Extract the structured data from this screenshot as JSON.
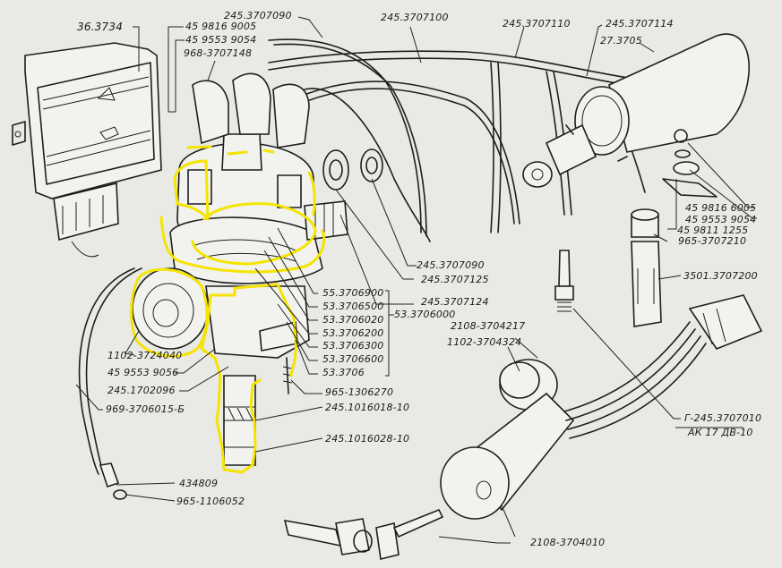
{
  "diagram": {
    "title": "Ignition system exploded view",
    "highlight_color": "#f5e400",
    "line_color": "#1e1e1e",
    "background_color": "#e9e9e6",
    "components": [
      {
        "id": "control-unit",
        "name": "Electronic switch (commutator)"
      },
      {
        "id": "distributor",
        "name": "Ignition distributor",
        "highlighted": true
      },
      {
        "id": "ignition-coil",
        "name": "Ignition coil"
      },
      {
        "id": "spark-plug",
        "name": "Spark plug"
      },
      {
        "id": "plug-cap",
        "name": "Spark plug cap"
      },
      {
        "id": "ignition-switch",
        "name": "Ignition switch with wiring"
      },
      {
        "id": "keys",
        "name": "Keys"
      },
      {
        "id": "hv-wires",
        "name": "High-voltage wires"
      }
    ],
    "labels": {
      "l36_3734": "36.3734",
      "l45_9816_9005": "45 9816 9005",
      "l45_9553_9054_top": "45 9553 9054",
      "l968_3707148": "968-3707148",
      "l245_3707090_top": "245.3707090",
      "l245_3707100": "245.3707100",
      "l245_3707110": "245.3707110",
      "l245_3707114": "245.3707114",
      "l27_3705": "27.3705",
      "l45_9816_6005": "45 9816 6005",
      "l45_9553_9054_right": "45 9553 9054",
      "l45_9811_1255": "45 9811 1255",
      "l965_3707210": "965-3707210",
      "l3501_3707200": "3501.3707200",
      "l245_3707090_mid": "245.3707090",
      "l245_3707125": "245.3707125",
      "l245_3707124": "245.3707124",
      "l55_3706900": "55.3706900",
      "l53_3706500": "53.3706500",
      "l53_3706020": "53.3706020",
      "l53_3706200": "53.3706200",
      "l53_3706300": "53.3706300",
      "l53_3706600": "53.3706600",
      "l53_3706": "53.3706",
      "l53_3706000": "53.3706000",
      "l2108_3704217": "2108-3704217",
      "l1102_3704324": "1102-3704324",
      "l1102_3724040": "1102-3724040",
      "l45_9553_9056": "45 9553 9056",
      "l245_1702096": "245.1702096",
      "l969_3706015": "969-3706015-Б",
      "l965_1306270": "965-1306270",
      "l245_1016018": "245.1016018-10",
      "l245_1016028": "245.1016028-10",
      "l434809": "434809",
      "l965_1106052": "965-1106052",
      "lG_245_3707010": "Г-245.3707010",
      "lAK17DV10": "АК 17 ДВ-10",
      "l2108_3704010": "2108-3704010"
    }
  }
}
